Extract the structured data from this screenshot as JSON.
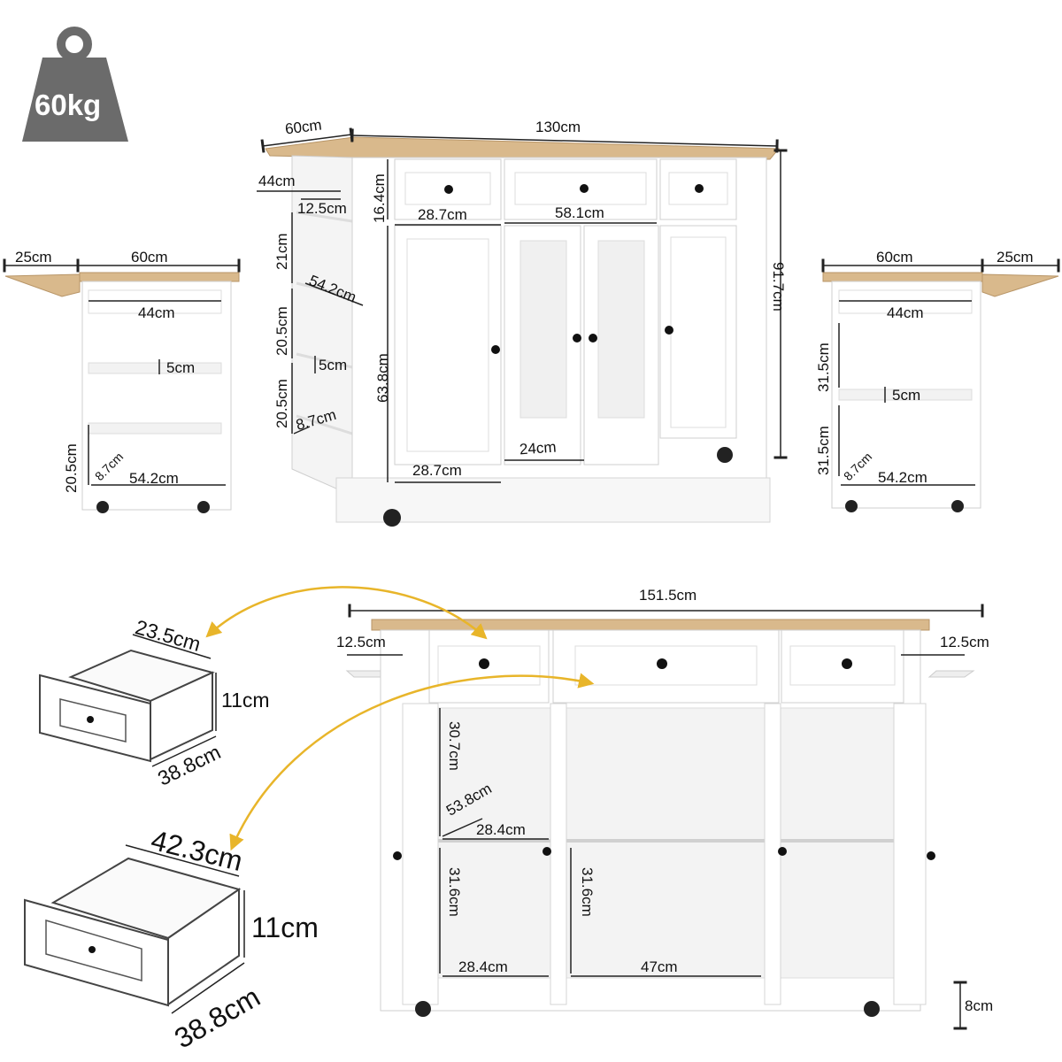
{
  "weight_badge": {
    "label": "60kg",
    "icon": "weight-icon"
  },
  "front_view": {
    "depth": "60cm",
    "width": "130cm",
    "height": "91.7cm",
    "towel_bar_depth": "44cm",
    "towel_bar_offset": "12.5cm",
    "drawer_height": "16.4cm",
    "side_drawer_width": "28.7cm",
    "center_drawer_width": "58.1cm",
    "cabinet_height": "63.8cm",
    "left_door_width": "28.7cm",
    "glass_door_width": "24cm",
    "side_shelf_1": "21cm",
    "side_shelf_2": "20.5cm",
    "side_shelf_3": "20.5cm",
    "side_shelf_depth": "54.2cm",
    "side_rail_height": "5cm",
    "side_rail_depth": "8.7cm"
  },
  "left_side_view": {
    "leaf": "25cm",
    "depth": "60cm",
    "drawer": "44cm",
    "rail": "5cm",
    "bottom_height": "20.5cm",
    "rail_depth": "8.7cm",
    "shelf_depth": "54.2cm"
  },
  "right_side_view": {
    "depth": "60cm",
    "leaf": "25cm",
    "drawer": "44cm",
    "upper_shelf": "31.5cm",
    "rail": "5cm",
    "lower_shelf": "31.5cm",
    "rail_depth": "8.7cm",
    "shelf_depth": "54.2cm"
  },
  "small_drawer": {
    "width": "23.5cm",
    "height": "11cm",
    "depth": "38.8cm"
  },
  "large_drawer": {
    "width": "42.3cm",
    "height": "11cm",
    "depth": "38.8cm"
  },
  "open_view": {
    "total_width": "151.5cm",
    "left_leaf": "12.5cm",
    "right_leaf": "12.5cm",
    "upper_height": "30.7cm",
    "inner_depth": "53.8cm",
    "upper_width": "28.4cm",
    "lower_height_left": "31.6cm",
    "lower_height_center": "31.6cm",
    "lower_width_left": "28.4cm",
    "lower_width_center": "47cm",
    "base_height": "8cm"
  },
  "colors": {
    "wood": "#d9b98c",
    "cabinet": "#ffffff",
    "outline": "#cfcfcf",
    "badge": "#6b6b6b",
    "arrow": "#e8b52a"
  }
}
